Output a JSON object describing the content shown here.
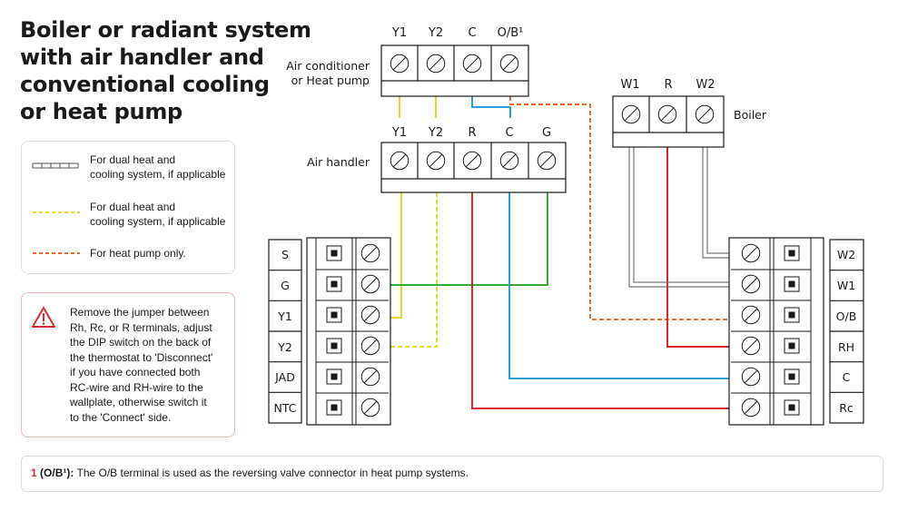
{
  "title": {
    "line1": "Boiler or radiant system",
    "line2": "with air handler and",
    "line3": "conventional cooling",
    "line4": "or heat pump"
  },
  "legend": [
    {
      "line1": "For dual heat and",
      "line2": "cooling system, if applicable",
      "style": "double-white"
    },
    {
      "line1": "For dual heat and",
      "line2": "cooling system, if applicable",
      "style": "yellow-dashed"
    },
    {
      "line1": "For heat pump only.",
      "line2": "",
      "style": "orange-dashed"
    }
  ],
  "warning": {
    "icon": "warning-triangle-icon",
    "lines": [
      "Remove the jumper between",
      "Rh, Rc, or R terminals, adjust",
      "the DIP switch on the back of",
      "the thermostat to 'Disconnect'",
      "if you have connected both",
      "RC-wire and RH-wire to the",
      "wallplate, otherwise switch it",
      "to the 'Connect' side."
    ]
  },
  "devices": {
    "ac": {
      "label_line1": "Air conditioner",
      "label_line2": "or Heat pump",
      "terminals": [
        "Y1",
        "Y2",
        "C",
        "O/B¹"
      ]
    },
    "air_handler": {
      "label": "Air handler",
      "terminals": [
        "Y1",
        "Y2",
        "R",
        "C",
        "G"
      ]
    },
    "boiler": {
      "label": "Boiler",
      "terminals": [
        "W1",
        "R",
        "W2"
      ]
    }
  },
  "wallplate": {
    "left": [
      "S",
      "G",
      "Y1",
      "Y2",
      "JAD",
      "NTC"
    ],
    "right": [
      "W2",
      "W1",
      "O/B",
      "RH",
      "C",
      "Rc"
    ]
  },
  "footnote": {
    "number": "1",
    "term": "(O/B¹):",
    "text": "The O/B terminal is used as the reversing valve connector in heat pump systems."
  },
  "colors": {
    "yellow": "#f2d22e",
    "blue": "#2aa3dc",
    "red": "#d8282a",
    "green": "#3aaa35",
    "orange": "#f06a22",
    "gray": "#7a7a7a",
    "warning_red": "#d32f2f"
  }
}
